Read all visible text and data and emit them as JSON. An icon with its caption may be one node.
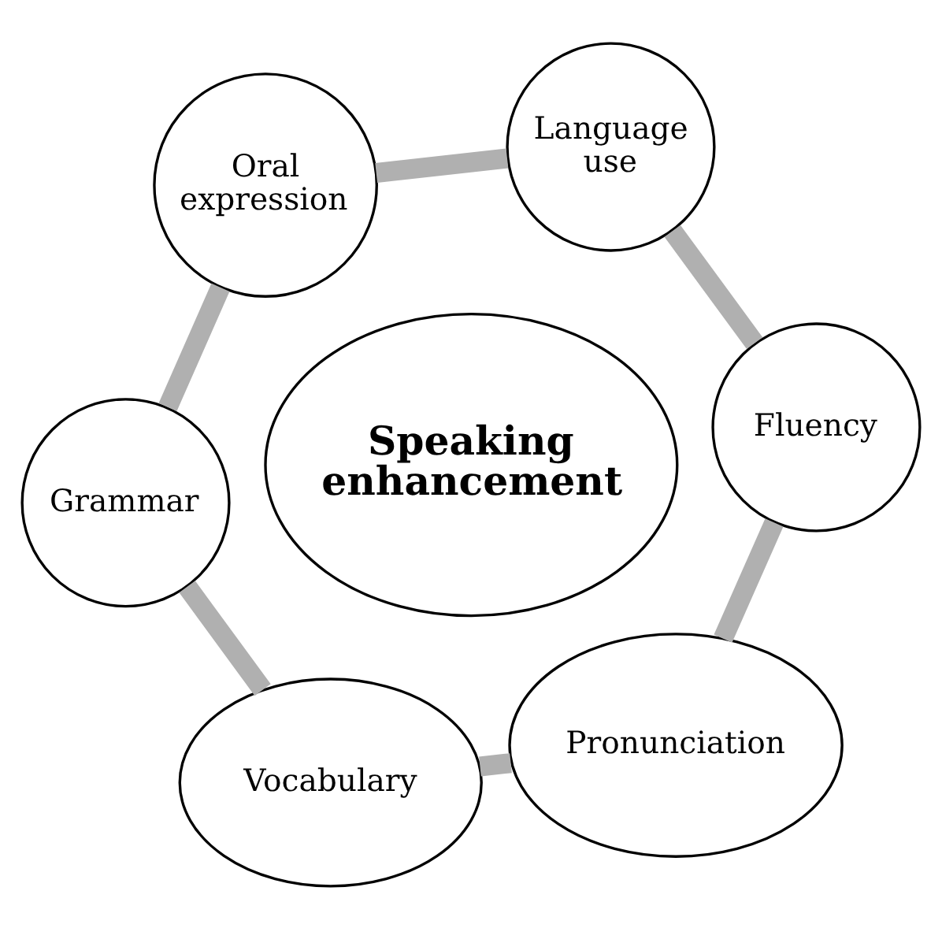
{
  "diagram": {
    "nodes": [
      {
        "text": [
          "Language use"
        ]
      },
      {
        "text": [
          "Fluency"
        ]
      },
      {
        "text": [
          "Oral expression"
        ]
      },
      {
        "text": [
          "Speaking enhancement"
        ]
      },
      {
        "text": [
          "Pronunciation"
        ]
      },
      {
        "text": [
          "Grammar"
        ]
      },
      {
        "text": [
          "Vocabulary"
        ]
      }
    ],
    "edges": [
      {
        "from": 0,
        "to": 2,
        "arrow": "none"
      },
      {
        "from": 2,
        "to": 5,
        "arrow": "none"
      },
      {
        "from": 5,
        "to": 6,
        "arrow": "none"
      },
      {
        "from": 6,
        "to": 4,
        "arrow": "none"
      },
      {
        "from": 4,
        "to": 1,
        "arrow": "none"
      },
      {
        "from": 1,
        "to": 0,
        "arrow": "none"
      }
    ]
  }
}
